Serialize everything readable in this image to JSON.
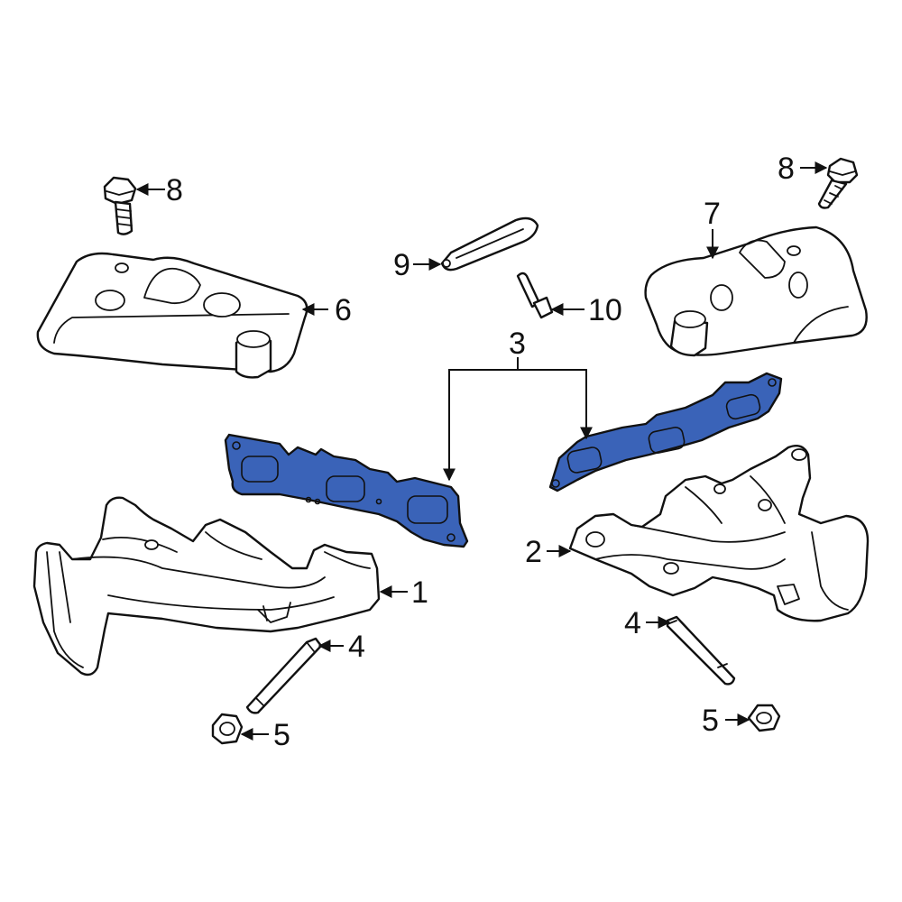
{
  "diagram": {
    "highlight_color": "#3a63b8",
    "line_color": "#111111",
    "background": "#ffffff"
  },
  "callouts": {
    "c1": "1",
    "c2": "2",
    "c3": "3",
    "c4_left": "4",
    "c4_right": "4",
    "c5_left": "5",
    "c5_right": "5",
    "c6": "6",
    "c7": "7",
    "c8_left": "8",
    "c8_right": "8",
    "c9": "9",
    "c10": "10"
  }
}
